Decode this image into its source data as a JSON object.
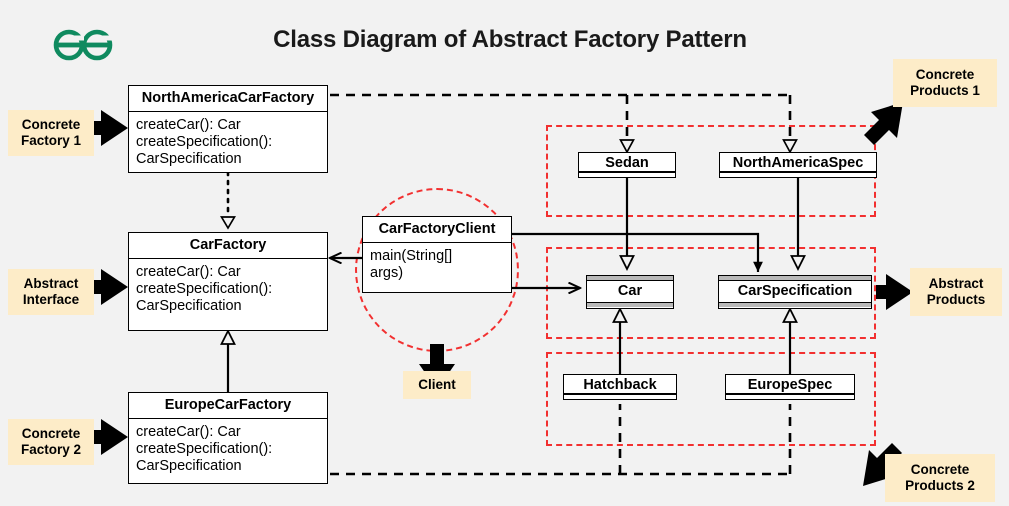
{
  "page": {
    "title": "Class Diagram of Abstract Factory Pattern",
    "background": "#f2f2f2",
    "logo_name": "geeksforgeeks-logo",
    "logo_color": "#0f8a5f",
    "accent_group_color": "#f23030",
    "note_bg_color": "#fdecc8"
  },
  "classes": {
    "north_america_car_factory": {
      "name": "NorthAmericaCarFactory",
      "methods": [
        "createCar(): Car",
        "createSpecification():",
        "CarSpecification"
      ]
    },
    "car_factory": {
      "name": "CarFactory",
      "methods": [
        "createCar(): Car",
        "createSpecification():",
        "CarSpecification"
      ]
    },
    "europe_car_factory": {
      "name": "EuropeCarFactory",
      "methods": [
        "createCar(): Car",
        "createSpecification():",
        "CarSpecification"
      ]
    },
    "car_factory_client": {
      "name": "CarFactoryClient",
      "methods": [
        "main(String[]",
        "args)"
      ]
    }
  },
  "products": {
    "sedan": "Sedan",
    "north_america_spec": "NorthAmericaSpec",
    "car": "Car",
    "car_specification": "CarSpecification",
    "hatchback": "Hatchback",
    "europe_spec": "EuropeSpec"
  },
  "notes": {
    "concrete_factory_1": "Concrete\nFactory 1",
    "abstract_interface": "Abstract\nInterface",
    "concrete_factory_2": "Concrete\nFactory 2",
    "client": "Client",
    "concrete_products_1": "Concrete\nProducts 1",
    "abstract_products": "Abstract\nProducts",
    "concrete_products_2": "Concrete\nProducts 2"
  }
}
